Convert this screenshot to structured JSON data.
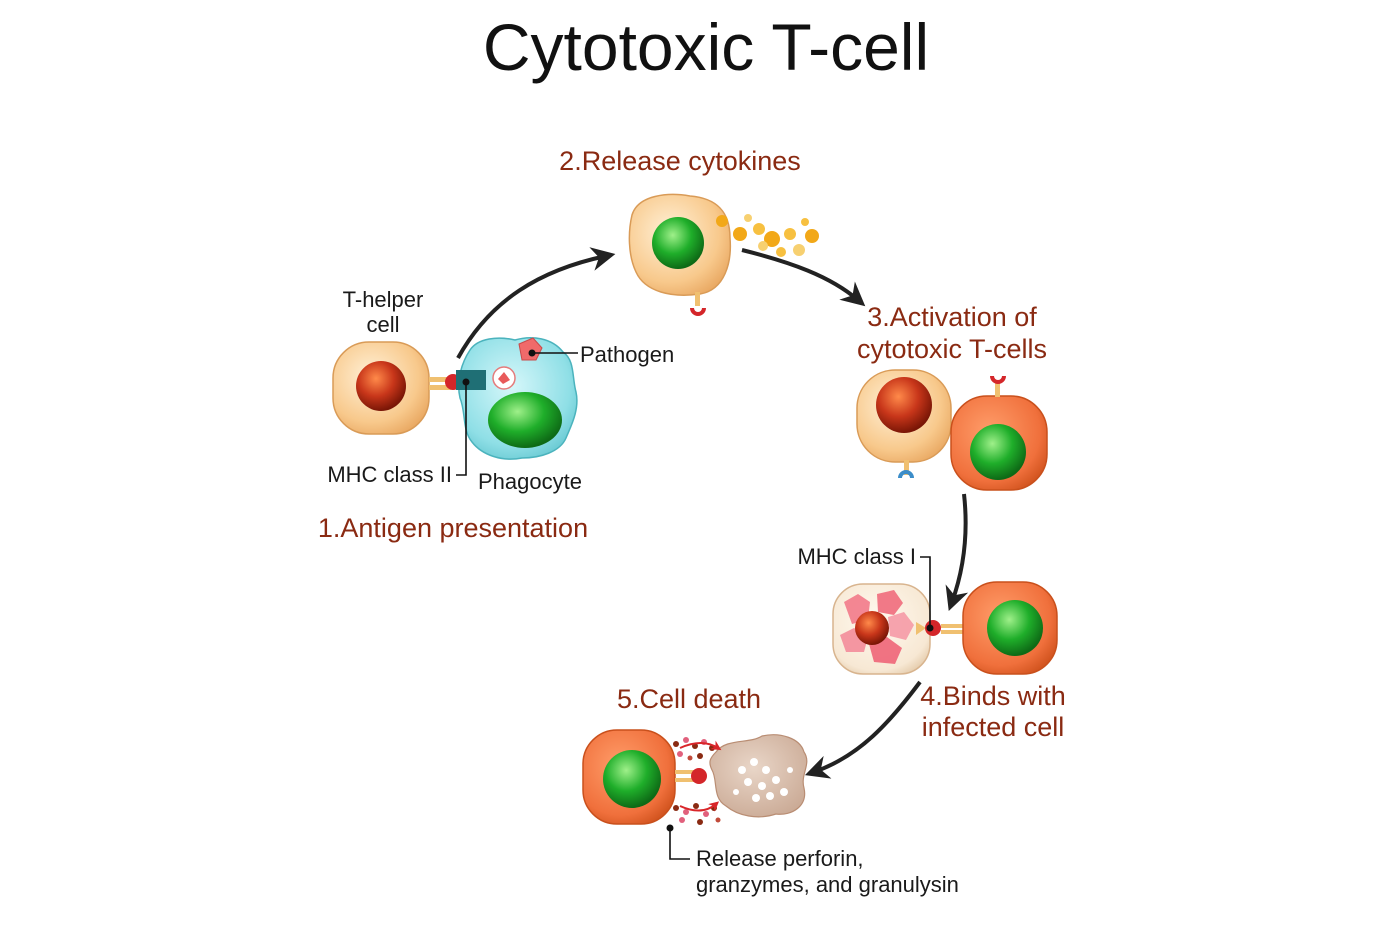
{
  "title": "Cytotoxic T-cell",
  "steps": {
    "step1": "1.Antigen presentation",
    "step2": "2.Release cytokines",
    "step3_line1": "3.Activation of",
    "step3_line2": "cytotoxic T-cells",
    "step4_line1": "4.Binds with",
    "step4_line2": "infected cell",
    "step5": "5.Cell death"
  },
  "labels": {
    "thelper_line1": "T-helper",
    "thelper_line2": "cell",
    "pathogen": "Pathogen",
    "phagocyte": "Phagocyte",
    "mhc2": "MHC class II",
    "mhc1": "MHC class I",
    "release_line1": "Release perforin,",
    "release_line2": "granzymes, and granulysin"
  },
  "colors": {
    "step_text": "#8a2a12",
    "helper_cell": "#f8c98c",
    "cytotoxic_cell": "#f0703c",
    "phagocyte": "#8fdfe6",
    "nucleus_green": "#1fae2a",
    "nucleus_red": "#b22a10",
    "cytokine": "#f2a818"
  }
}
